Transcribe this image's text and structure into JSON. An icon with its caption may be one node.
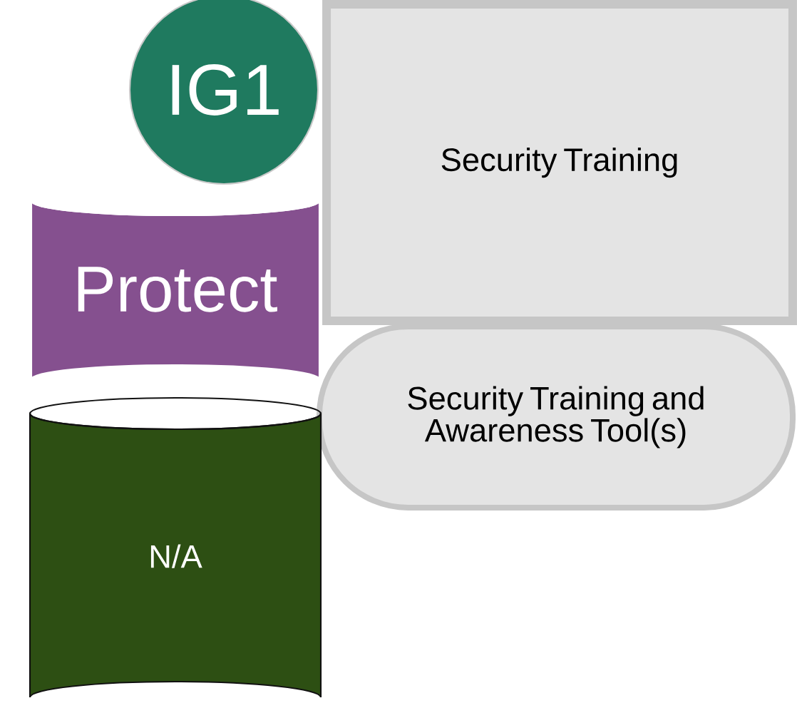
{
  "diagram": {
    "nodes": [
      {
        "text": [
          "IG1"
        ]
      },
      {
        "text": [
          "Security Training"
        ]
      },
      {
        "text": [
          "Protect"
        ]
      },
      {
        "text": [
          "Security Training and Awareness Tool(s)"
        ]
      },
      {
        "text": [
          "N/A"
        ]
      }
    ]
  }
}
